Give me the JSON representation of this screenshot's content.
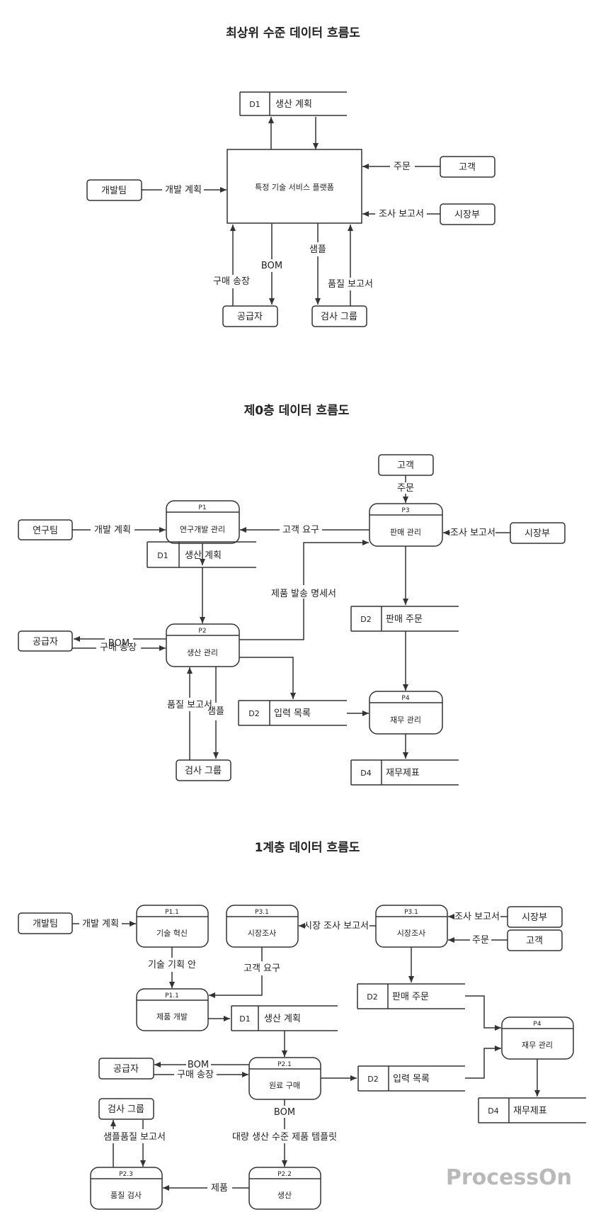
{
  "titles": {
    "top": "최상위 수준 데이터 흐름도",
    "level0": "제0층 데이터 흐름도",
    "level1": "1계층 데이터 흐름도"
  },
  "d1": {
    "ds_d1_id": "D1",
    "ds_d1_name": "생산  계획",
    "proc": "특정 기술 서비스 플랫폼",
    "ext_dev_team": "개발팀",
    "ext_customer": "고객",
    "ext_market": "시장부",
    "ext_supplier": "공급자",
    "ext_inspect": "검사 그룹",
    "lbl_dev_plan": "개발 계획",
    "lbl_order": "주문",
    "lbl_survey": "조사 보고서",
    "lbl_purchase": "구매 송장",
    "lbl_bom": "BOM",
    "lbl_sample": "샘플",
    "lbl_quality": "품질 보고서"
  },
  "d2": {
    "ext_research": "연구팀",
    "ext_supplier": "공급자",
    "ext_inspect": "검사 그룹",
    "ext_customer": "고객",
    "ext_market": "시장부",
    "p1_id": "P1",
    "p1_name": "연구개발 관리",
    "p2_id": "P2",
    "p2_name": "생산 관리",
    "p3_id": "P3",
    "p3_name": "판매 관리",
    "p4_id": "P4",
    "p4_name": "재무 관리",
    "ds_d1_id": "D1",
    "ds_d1_name": "생산  계획",
    "ds_d2a_id": "D2",
    "ds_d2a_name": "판매  주문",
    "ds_d2b_id": "D2",
    "ds_d2b_name": "입력  목록",
    "ds_d4_id": "D4",
    "ds_d4_name": "재무제표",
    "lbl_dev_plan": "개발 계획",
    "lbl_cust_req": "고객 요구",
    "lbl_order": "주문",
    "lbl_survey": "조사 보고서",
    "lbl_ship_spec": "제품 발송 명세서",
    "lbl_bom": "BOM",
    "lbl_purchase": "구매 송장",
    "lbl_quality": "품질 보고서",
    "lbl_sample": "샘플"
  },
  "d3": {
    "ext_dev_team": "개발팀",
    "ext_market": "시장부",
    "ext_customer": "고객",
    "ext_supplier": "공급자",
    "ext_inspect": "검사 그룹",
    "p11a_id": "P1.1",
    "p11a_name": "기술 혁신",
    "p31a_id": "P3.1",
    "p31a_name": "시장조사",
    "p31b_id": "P3.1",
    "p31b_name": "시장조사",
    "p11b_id": "P1.1",
    "p11b_name": "제품 개발",
    "p4_id": "P4",
    "p4_name": "재무 관리",
    "p21_id": "P2.1",
    "p21_name": "원료 구매",
    "p23_id": "P2.3",
    "p23_name": "품질 검사",
    "p22_id": "P2.2",
    "p22_name": "생산",
    "ds_d1_id": "D1",
    "ds_d1_name": "생산  계획",
    "ds_d2a_id": "D2",
    "ds_d2a_name": "판매  주문",
    "ds_d2b_id": "D2",
    "ds_d2b_name": "입력  목록",
    "ds_d4_id": "D4",
    "ds_d4_name": "재무제표",
    "lbl_dev_plan": "개발 계획",
    "lbl_tech_plan": "기술 기획 안",
    "lbl_cust_req": "고객 요구",
    "lbl_market_survey": "시장 조사 보고서",
    "lbl_survey": "조사 보고서",
    "lbl_order": "주문",
    "lbl_bom1": "BOM",
    "lbl_purchase": "구매 송장",
    "lbl_bom2": "BOM",
    "lbl_mass_template": "대량 생산 수준 제품 템플릿",
    "lbl_sample_quality": "샘플품질 보고서",
    "lbl_product": "제품"
  },
  "watermark": "ProcessOn"
}
